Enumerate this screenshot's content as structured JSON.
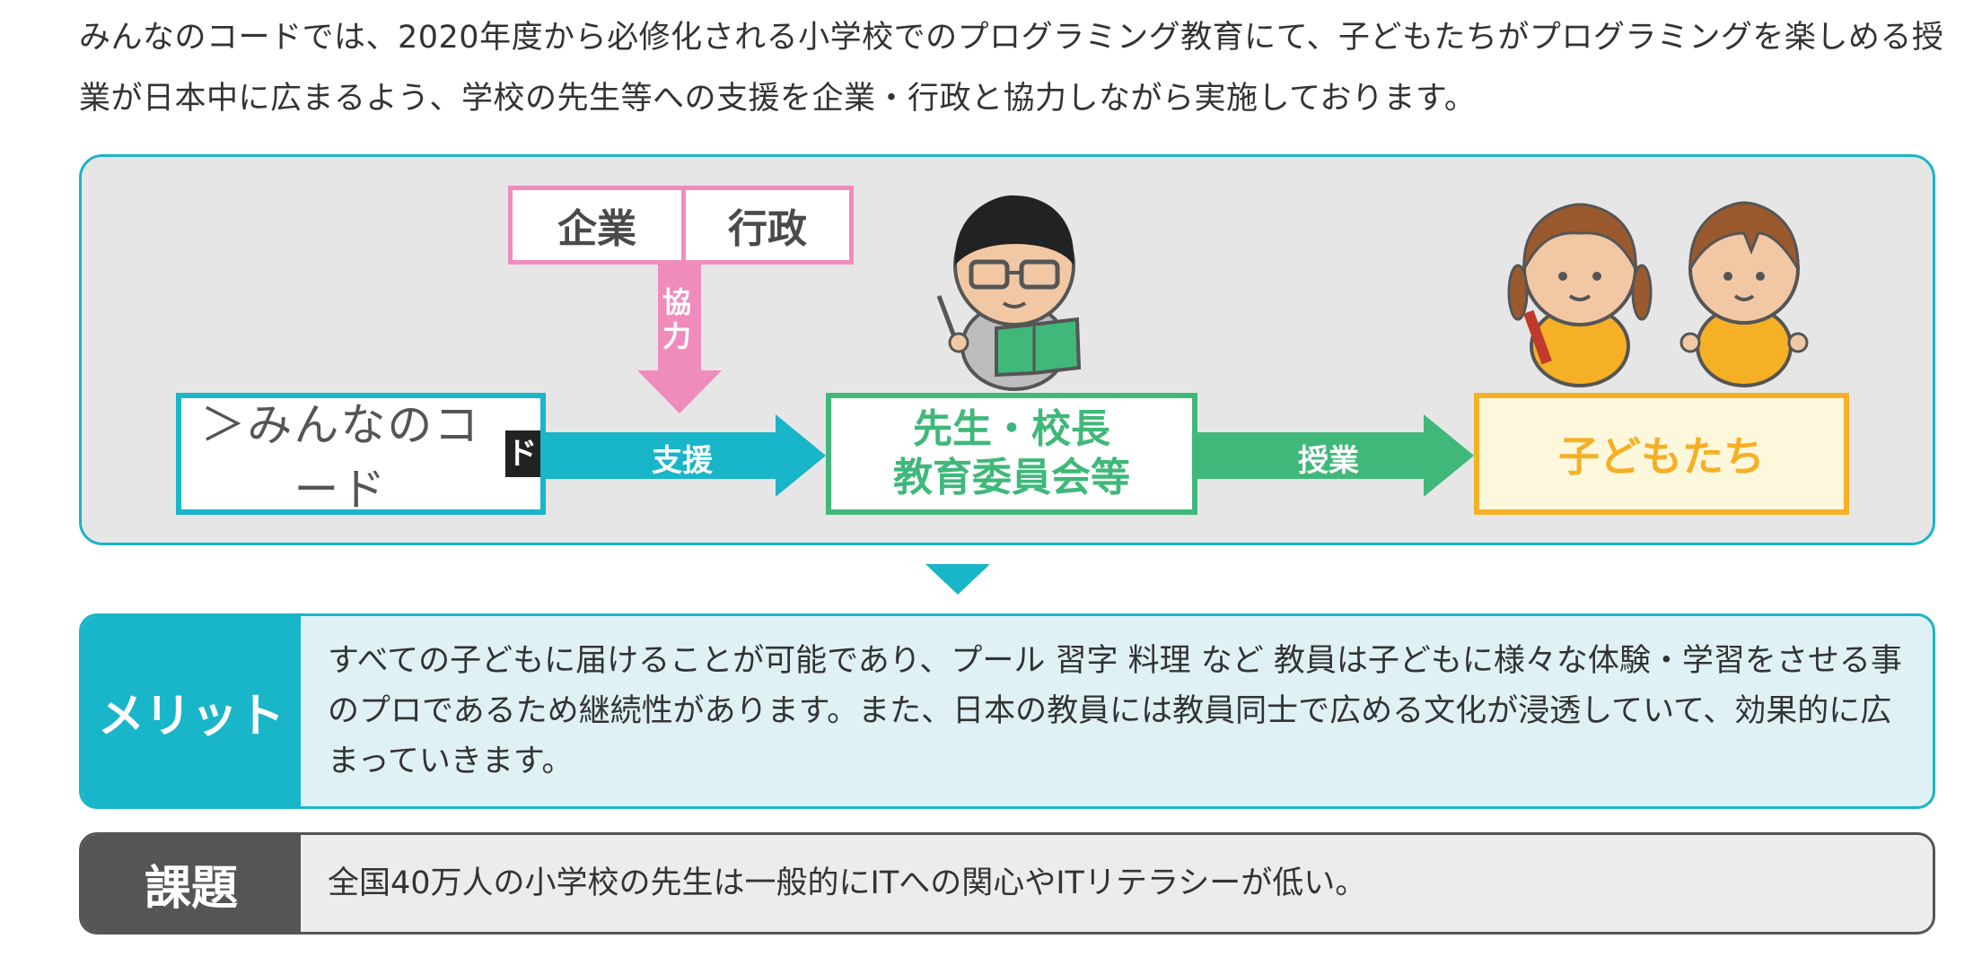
{
  "intro": {
    "text": "みんなのコードでは、2020年度から必修化される小学校でのプログラミング教育にて、子どもたちがプログラミングを楽しめる授業が日本中に広まるよう、学校の先生等への支援を企業・行政と協力しながら実施しております。"
  },
  "diagram": {
    "partners": [
      "企業",
      "行政"
    ],
    "cooperation_label": "協力",
    "org_logo": "＞みんなのコード",
    "org_logo_cursor": "ド",
    "support_label": "支援",
    "teachers_line1": "先生・校長",
    "teachers_line2": "教育委員会等",
    "class_label": "授業",
    "children_label": "子どもたち",
    "colors": {
      "teal": "#19b5c8",
      "pink": "#f08cbc",
      "green": "#3fb87a",
      "yellow": "#f5b026",
      "gray_bg": "#e6e6e6"
    }
  },
  "merit": {
    "label": "メリット",
    "text": "すべての子どもに届けることが可能であり、プール 習字 料理 など 教員は子どもに様々な体験・学習をさせる事のプロであるため継続性があります。また、日本の教員には教員同士で広める文化が浸透していて、効果的に広まっていきます。"
  },
  "issue": {
    "label": "課題",
    "text": "全国40万人の小学校の先生は一般的にITへの関心やITリテラシーが低い。"
  }
}
